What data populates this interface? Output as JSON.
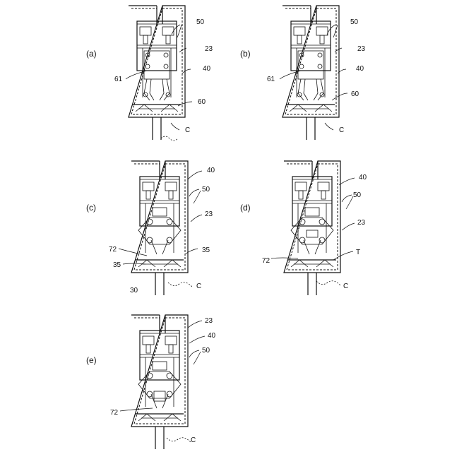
{
  "panels": [
    {
      "id": "a",
      "label": "(a)",
      "refs": {
        "r50": "50",
        "r23": "23",
        "r40": "40",
        "r61": "61",
        "r60": "60",
        "rC": "C"
      }
    },
    {
      "id": "b",
      "label": "(b)",
      "refs": {
        "r50": "50",
        "r23": "23",
        "r40": "40",
        "r61": "61",
        "r60": "60",
        "rC": "C"
      }
    },
    {
      "id": "c",
      "label": "(c)",
      "refs": {
        "r40": "40",
        "r50": "50",
        "r23": "23",
        "r72": "72",
        "r35a": "35",
        "r35b": "35",
        "r30": "30",
        "rC": "C"
      }
    },
    {
      "id": "d",
      "label": "(d)",
      "refs": {
        "r40": "40",
        "r50": "50",
        "r23": "23",
        "r72": "72",
        "rT": "T",
        "rC": "C"
      }
    },
    {
      "id": "e",
      "label": "(e)",
      "refs": {
        "r23": "23",
        "r40": "40",
        "r50": "50",
        "r72": "72",
        "rC": "C"
      }
    }
  ]
}
